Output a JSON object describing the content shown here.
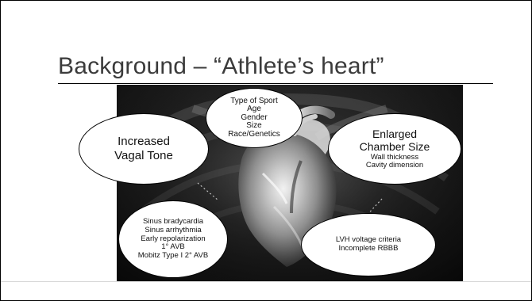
{
  "slide": {
    "title": "Background – “Athlete’s heart”",
    "top_ellipse": [
      "Type of Sport",
      "Age",
      "Gender",
      "Size",
      "Race/Genetics"
    ],
    "left_ellipse": [
      "Increased",
      "Vagal Tone"
    ],
    "right_ellipse_main": [
      "Enlarged",
      "Chamber Size"
    ],
    "right_ellipse_sub": [
      "Wall thickness",
      "Cavity dimension"
    ],
    "bottom_left_ellipse": [
      "Sinus bradycardia",
      "Sinus arrhythmia",
      "Early repolarization",
      "1° AVB",
      "Mobitz Type I 2° AVB"
    ],
    "bottom_right_ellipse": [
      "LVH voltage criteria",
      "Incomplete RBBB"
    ]
  }
}
